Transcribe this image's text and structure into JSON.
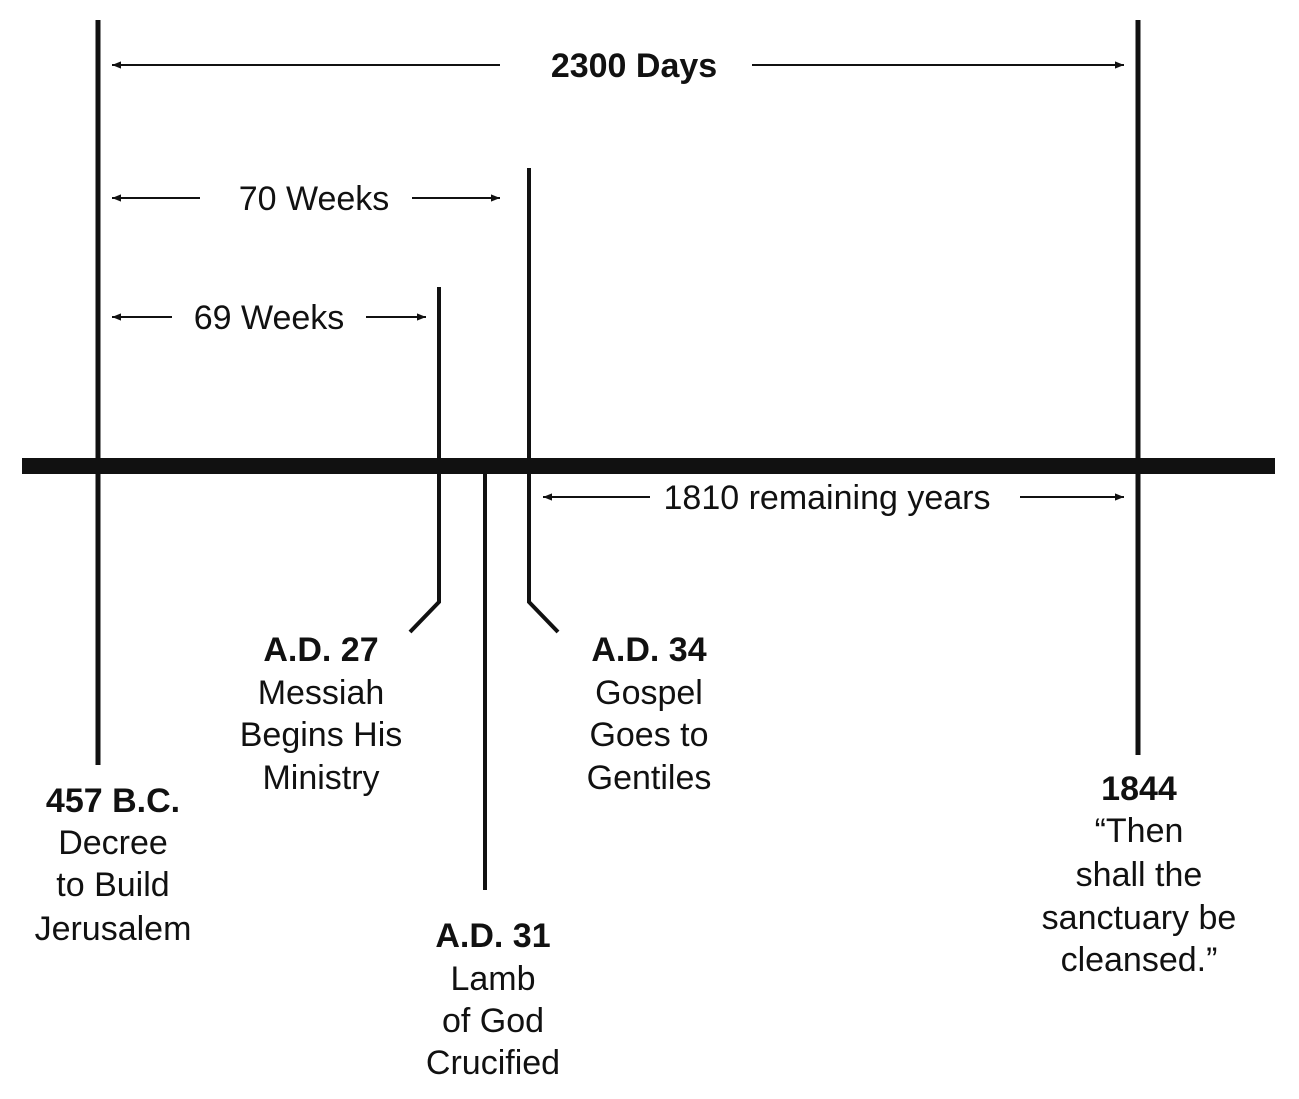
{
  "colors": {
    "ink": "#111111",
    "background": "#ffffff"
  },
  "spans": {
    "total": "2300 Days",
    "seventy": "70 Weeks",
    "sixtynine": "69 Weeks",
    "remaining": "1810 remaining years"
  },
  "events": {
    "e457bc": {
      "date": "457 B.C.",
      "lines": [
        "Decree",
        "to Build",
        "Jerusalem"
      ]
    },
    "ad27": {
      "date": "A.D. 27",
      "lines": [
        "Messiah",
        "Begins His",
        "Ministry"
      ]
    },
    "ad31": {
      "date": "A.D. 31",
      "lines": [
        "Lamb",
        "of God",
        "Crucified"
      ]
    },
    "ad34": {
      "date": "A.D. 34",
      "lines": [
        "Gospel",
        "Goes to",
        "Gentiles"
      ]
    },
    "e1844": {
      "date": "1844",
      "lines": [
        "“Then",
        "shall the",
        "sanctuary be",
        "cleansed.”"
      ]
    }
  }
}
